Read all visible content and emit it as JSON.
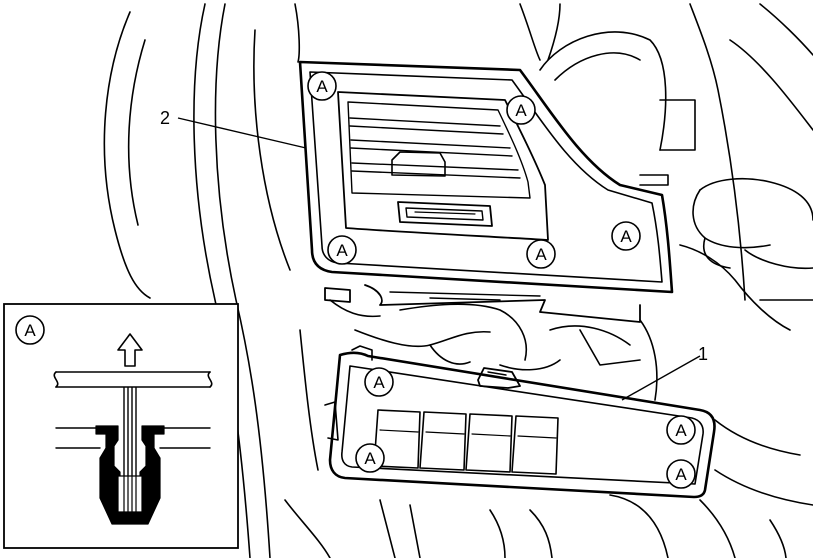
{
  "callouts": {
    "part1": "1",
    "part2": "2"
  },
  "clip_marker": {
    "letter": "A"
  },
  "inset": {
    "marker_letter": "A",
    "arrow_icon": "arrow-up-icon"
  },
  "colors": {
    "line": "#000000",
    "background": "#ffffff"
  }
}
